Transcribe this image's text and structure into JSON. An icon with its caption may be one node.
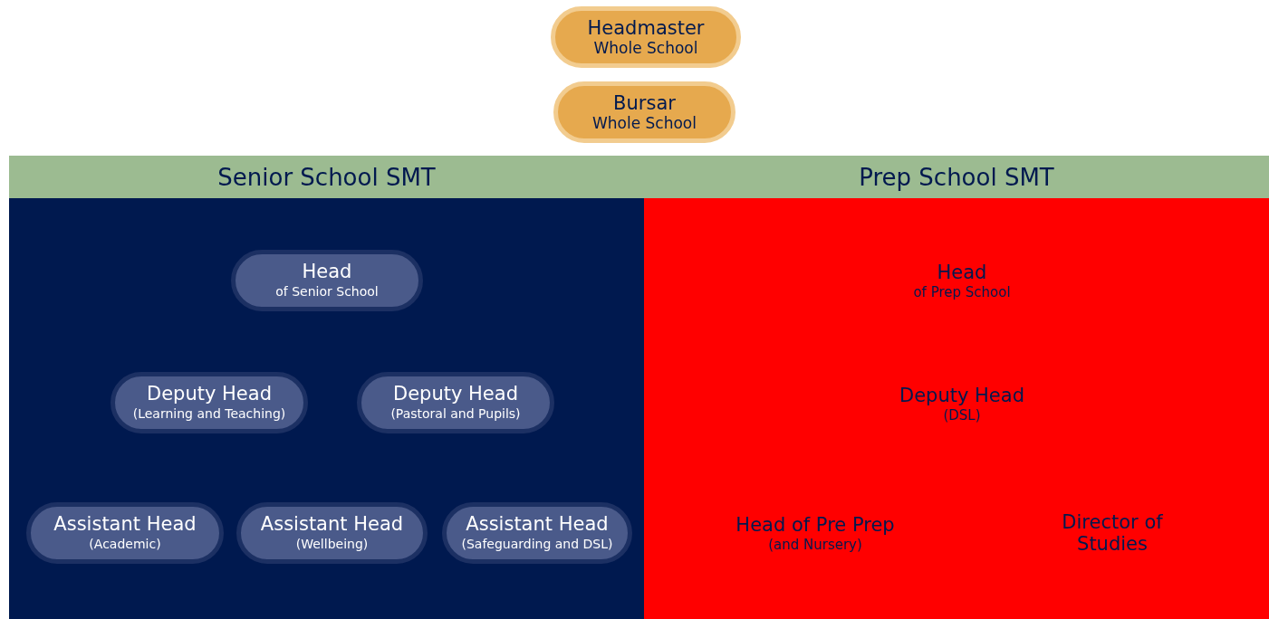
{
  "diagram": {
    "nodes": [
      {
        "text": [
          "Headmaster",
          "Whole School"
        ]
      },
      {
        "text": [
          "Bursar",
          "Whole School"
        ]
      },
      {
        "text": [
          "Senior School SMT"
        ]
      },
      {
        "text": [
          "Head",
          "of Senior School"
        ],
        "in": 2
      },
      {
        "text": [
          "Deputy Head",
          "(Learning and Teaching)"
        ],
        "in": 2
      },
      {
        "text": [
          "Deputy Head",
          "(Pastoral and Pupils)"
        ],
        "in": 2
      },
      {
        "text": [
          "Assistant Head",
          "(Academic)"
        ],
        "in": 2
      },
      {
        "text": [
          "Assistant Head",
          "(Wellbeing)"
        ],
        "in": 2
      },
      {
        "text": [
          "Assistant Head",
          "(Safeguarding and DSL)"
        ],
        "in": 2
      },
      {
        "text": [
          "Prep School SMT"
        ]
      },
      {
        "text": [
          "Head",
          "of Prep School"
        ],
        "in": 9
      },
      {
        "text": [
          "Deputy Head",
          "(DSL)"
        ],
        "in": 9
      },
      {
        "text": [
          "Head of Pre Prep",
          "(and Nursery)"
        ],
        "in": 9
      },
      {
        "text": [
          "Director of Studies"
        ],
        "in": 9
      }
    ],
    "edges": []
  }
}
